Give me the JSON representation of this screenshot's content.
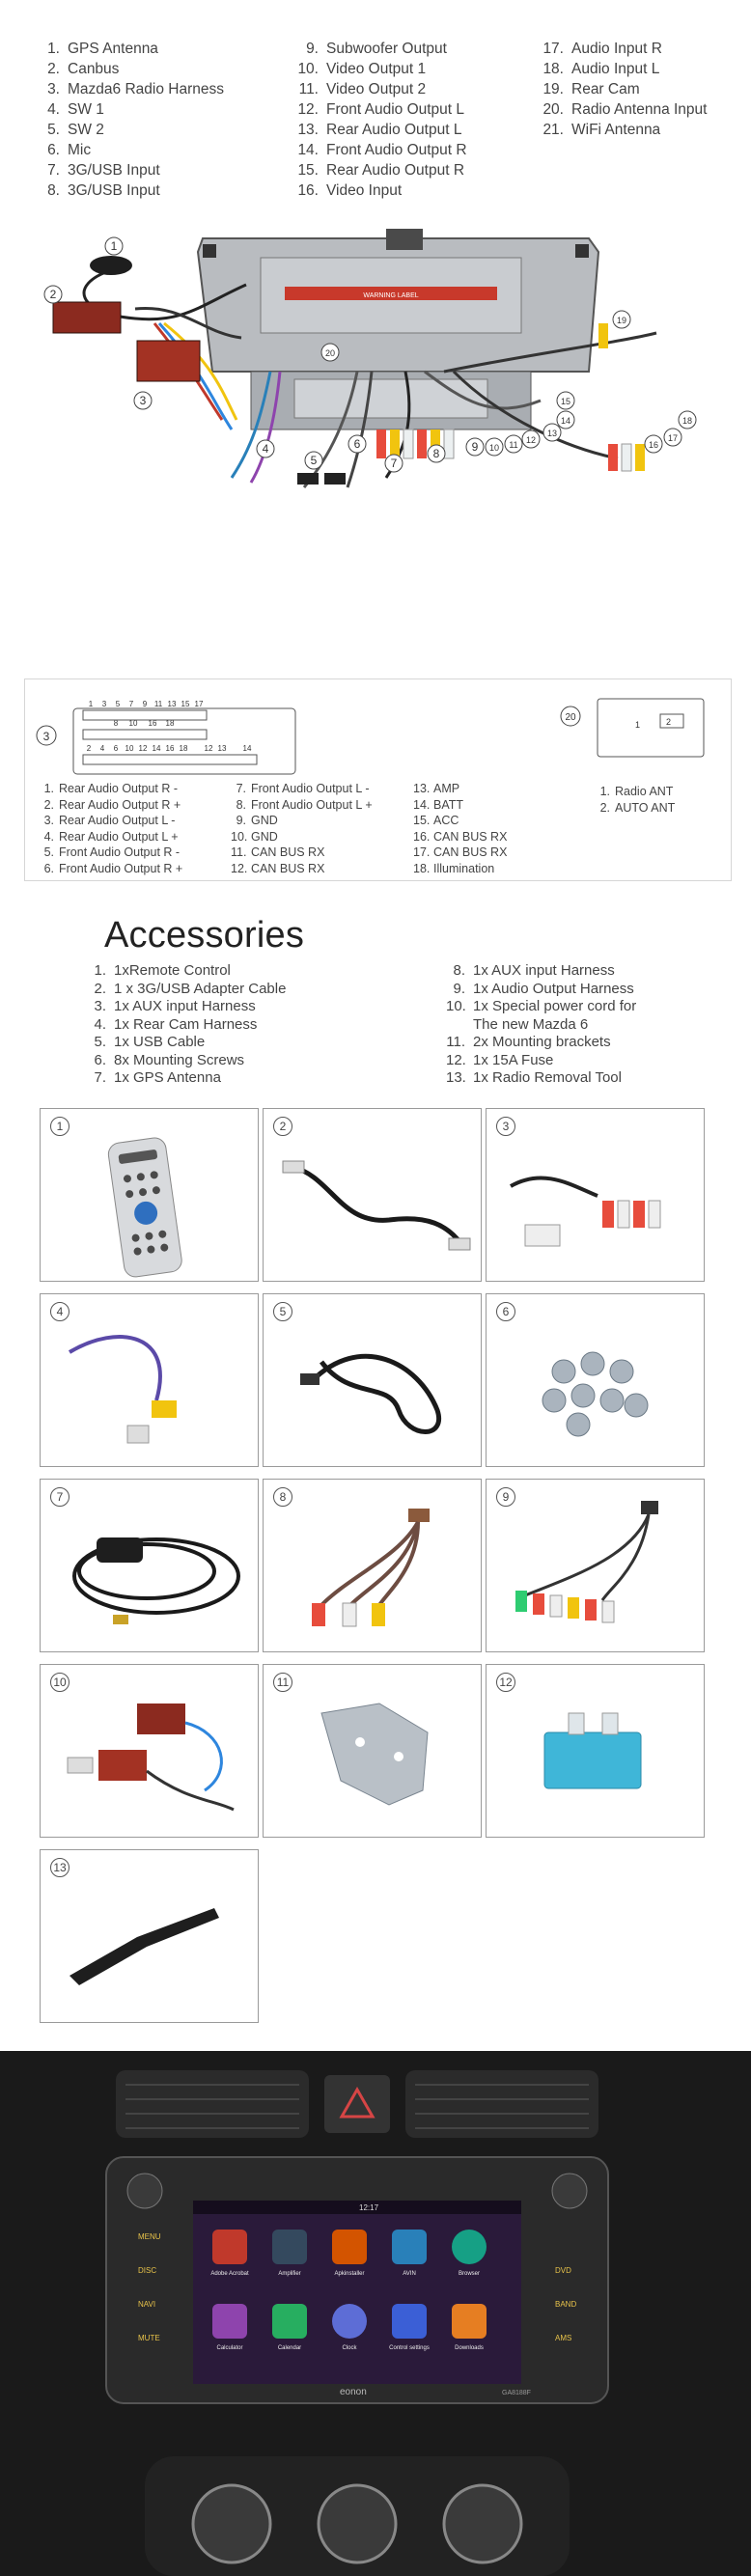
{
  "ports": {
    "col1": [
      {
        "num": "1.",
        "label": "GPS Antenna"
      },
      {
        "num": "2.",
        "label": "Canbus"
      },
      {
        "num": "3.",
        "label": "Mazda6 Radio Harness"
      },
      {
        "num": "4.",
        "label": "SW 1"
      },
      {
        "num": "5.",
        "label": "SW 2"
      },
      {
        "num": "6.",
        "label": "Mic"
      },
      {
        "num": "7.",
        "label": "3G/USB Input"
      },
      {
        "num": "8.",
        "label": "3G/USB Input"
      }
    ],
    "col2": [
      {
        "num": "9.",
        "label": "Subwoofer Output"
      },
      {
        "num": "10.",
        "label": "Video Output 1"
      },
      {
        "num": "11.",
        "label": "Video Output 2"
      },
      {
        "num": "12.",
        "label": "Front Audio Output L"
      },
      {
        "num": "13.",
        "label": "Rear Audio Output L"
      },
      {
        "num": "14.",
        "label": "Front Audio Output R"
      },
      {
        "num": "15.",
        "label": "Rear Audio Output R"
      },
      {
        "num": "16.",
        "label": "Video Input"
      }
    ],
    "col3": [
      {
        "num": "17.",
        "label": "Audio Input R"
      },
      {
        "num": "18.",
        "label": "Audio Input L"
      },
      {
        "num": "19.",
        "label": "Rear Cam"
      },
      {
        "num": "20.",
        "label": "Radio Antenna Input"
      },
      {
        "num": "21.",
        "label": "WiFi Antenna"
      }
    ]
  },
  "photo_callouts": [
    "1",
    "2",
    "3",
    "4",
    "5",
    "6",
    "7",
    "8",
    "9",
    "10",
    "11",
    "12",
    "13",
    "14",
    "15",
    "16",
    "17",
    "18",
    "19",
    "20"
  ],
  "connector": {
    "badge": "3",
    "top_pins": [
      "1",
      "3",
      "5",
      "7",
      "9",
      "11",
      "13",
      "15",
      "17"
    ],
    "mid_pins": [
      "8",
      "10",
      "16",
      "18"
    ],
    "bottom_pins": [
      "2",
      "4",
      "6",
      "10",
      "12",
      "14",
      "16",
      "18",
      "12",
      "13",
      "14"
    ],
    "pins_col1": [
      {
        "num": "1.",
        "label": "Rear Audio Output R -"
      },
      {
        "num": "2.",
        "label": "Rear Audio Output R +"
      },
      {
        "num": "3.",
        "label": "Rear Audio Output L -"
      },
      {
        "num": "4.",
        "label": "Rear Audio Output L +"
      },
      {
        "num": "5.",
        "label": "Front Audio Output R -"
      },
      {
        "num": "6.",
        "label": "Front Audio Output R +"
      }
    ],
    "pins_col2": [
      {
        "num": "7.",
        "label": "Front Audio Output L -"
      },
      {
        "num": "8.",
        "label": "Front Audio Output L +"
      },
      {
        "num": "9.",
        "label": "GND"
      },
      {
        "num": "10.",
        "label": "GND"
      },
      {
        "num": "11.",
        "label": "CAN BUS RX"
      },
      {
        "num": "12.",
        "label": "CAN BUS RX"
      }
    ],
    "pins_col3": [
      {
        "num": "13.",
        "label": "AMP"
      },
      {
        "num": "14.",
        "label": "BATT"
      },
      {
        "num": "15.",
        "label": "ACC"
      },
      {
        "num": "16.",
        "label": "CAN BUS RX"
      },
      {
        "num": "17.",
        "label": "CAN BUS RX"
      },
      {
        "num": "18.",
        "label": "Illumination"
      }
    ],
    "antenna_badge": "20",
    "antenna_pins": [
      "1",
      "2"
    ],
    "antenna_list": [
      {
        "num": "1.",
        "label": "Radio  ANT"
      },
      {
        "num": "2.",
        "label": "AUTO ANT"
      }
    ]
  },
  "accessories": {
    "title": "Accessories",
    "left": [
      {
        "num": "1.",
        "label": "1xRemote Control"
      },
      {
        "num": "2.",
        "label": "1 x 3G/USB Adapter Cable"
      },
      {
        "num": "3.",
        "label": "1x AUX input Harness"
      },
      {
        "num": "4.",
        "label": "1x Rear Cam Harness"
      },
      {
        "num": "5.",
        "label": "1x USB Cable"
      },
      {
        "num": "6.",
        "label": "8x Mounting Screws"
      },
      {
        "num": "7.",
        "label": "1x GPS Antenna"
      }
    ],
    "right": [
      {
        "num": "8.",
        "label": "1x AUX input Harness"
      },
      {
        "num": "9.",
        "label": "1x Audio Output Harness"
      },
      {
        "num": "10.",
        "label": "1x Special power cord for"
      },
      {
        "num": "",
        "label": "The new Mazda 6"
      },
      {
        "num": "11.",
        "label": "2x Mounting brackets"
      },
      {
        "num": "12.",
        "label": "1x 15A Fuse"
      },
      {
        "num": "13.",
        "label": "1x Radio Removal Tool"
      }
    ]
  },
  "tiles": [
    "1",
    "2",
    "3",
    "4",
    "5",
    "6",
    "7",
    "8",
    "9",
    "10",
    "11",
    "12",
    "13"
  ],
  "dashboard": {
    "status_time": "12:17",
    "apps_row1": [
      "Adobe Acrobat",
      "Amplifier",
      "Apkinstaller",
      "AVIN",
      "Browser"
    ],
    "apps_row2": [
      "Calculator",
      "Calendar",
      "Clock",
      "Control settings",
      "Downloads"
    ],
    "brand": "eonon",
    "model": "GA8188F",
    "left_buttons": [
      "MENU",
      "DISC",
      "NAVI",
      "MUTE"
    ],
    "right_buttons": [
      "DVD",
      "BAND",
      "AMS"
    ],
    "hazard_icon": "hazard-triangle-icon",
    "colors": {
      "screen_bg": "#2a1a3a",
      "dash": "#1c1c1c",
      "button_text": "#e8c34a"
    }
  }
}
